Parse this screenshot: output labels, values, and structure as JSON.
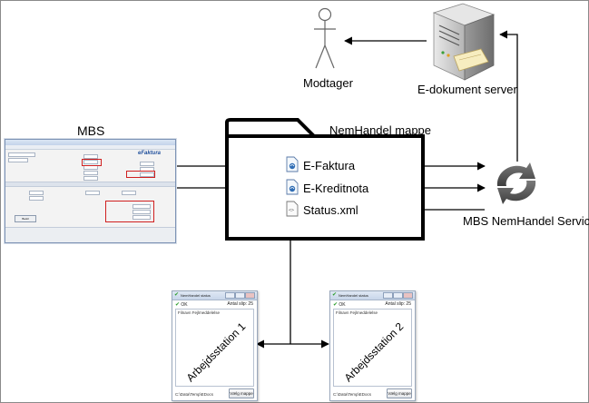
{
  "labels": {
    "mbs": "MBS",
    "folder": "NemHandel mappe",
    "service": "MBS NemHandel Service",
    "server": "E-dokument server",
    "recipient": "Modtager"
  },
  "files": [
    {
      "name": "E-Faktura",
      "icon": "xml-document-icon"
    },
    {
      "name": "E-Kreditnota",
      "icon": "xml-document-icon"
    },
    {
      "name": "Status.xml",
      "icon": "xml-document-icon"
    }
  ],
  "mbs_window": {
    "title": "MBS Faktura",
    "logo": "eFaktura",
    "button": "Bestil"
  },
  "workstations": [
    {
      "title": "NemHandel status",
      "status": "OK",
      "count_label": "Antal slip: 25",
      "list_header": "Filnavn  Fejlmeddelelse",
      "station_label": "Arbejdsstation 1",
      "path": "C:\\Data\\Temp\\EDocs",
      "button": "Vælg mappe"
    },
    {
      "title": "NemHandel status",
      "status": "OK",
      "count_label": "Antal slip: 25",
      "list_header": "Filnavn  Fejlmeddelelse",
      "station_label": "Arbejdsstation 2",
      "path": "C:\\Data\\Temp\\EDocs",
      "button": "Vælg mappe"
    }
  ],
  "colors": {
    "arrow": "#000000",
    "service_icon": "#555555",
    "server_body": "#c8c8c8",
    "window_border": "#7d93b5",
    "highlight_red": "#d02020"
  }
}
